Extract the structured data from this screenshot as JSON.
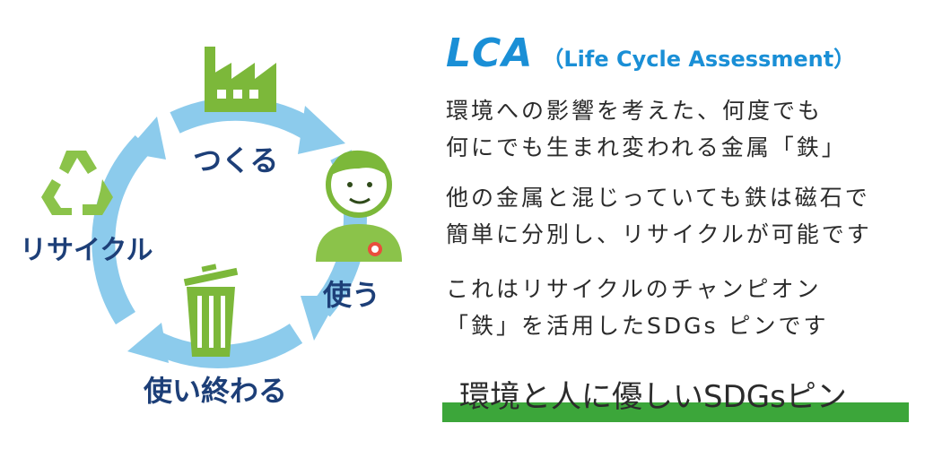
{
  "diagram": {
    "stages": {
      "make": "つくる",
      "use": "使う",
      "dispose": "使い終わる",
      "recycle": "リサイクル"
    }
  },
  "info": {
    "title": "LCA",
    "title_sub": "（Life Cycle Assessment）",
    "paragraphs": [
      [
        "環境への影響を考えた、何度でも",
        "何にでも生まれ変われる金属「鉄」"
      ],
      [
        "他の金属と混じっていても鉄は磁石で",
        "簡単に分別し、リサイクルが可能です"
      ],
      [
        "これはリサイクルのチャンピオン",
        "「鉄」を活用したSDGs ピンです"
      ]
    ],
    "tagline": "環境と人に優しいSDGsピン"
  },
  "colors": {
    "arrow": "#8ccbec",
    "accent_blue": "#1a8fd6",
    "green": "#7cb83a",
    "bar_green": "#3ca63a",
    "stage_text": "#1d3f78"
  }
}
